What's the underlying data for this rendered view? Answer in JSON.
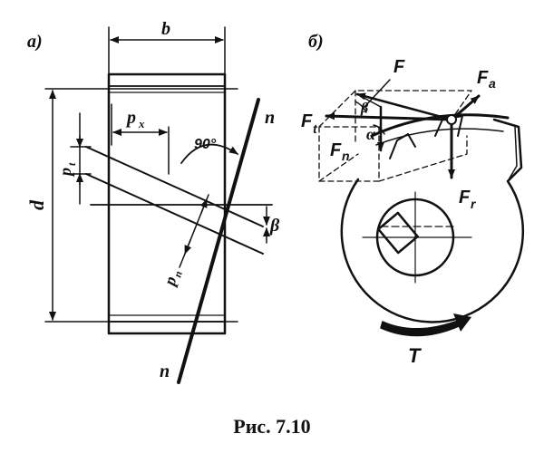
{
  "panel_a": {
    "tag": "а)",
    "b": "b",
    "d": "d",
    "px": "p",
    "px_sub": "x",
    "pt": "p",
    "pt_sub": "t",
    "pn": "p",
    "pn_sub": "n",
    "angle90": "90°",
    "beta": "β",
    "n_top": "n",
    "n_bottom": "n"
  },
  "panel_b": {
    "tag": "б)",
    "F": "F",
    "Fa": "F",
    "Fa_sub": "a",
    "Ft": "F",
    "Ft_sub": "t",
    "Fn": "F",
    "Fn_sub": "n",
    "Fr": "F",
    "Fr_sub": "r",
    "alpha": "α",
    "beta": "β",
    "T": "T"
  },
  "caption": "Рис. 7.10"
}
